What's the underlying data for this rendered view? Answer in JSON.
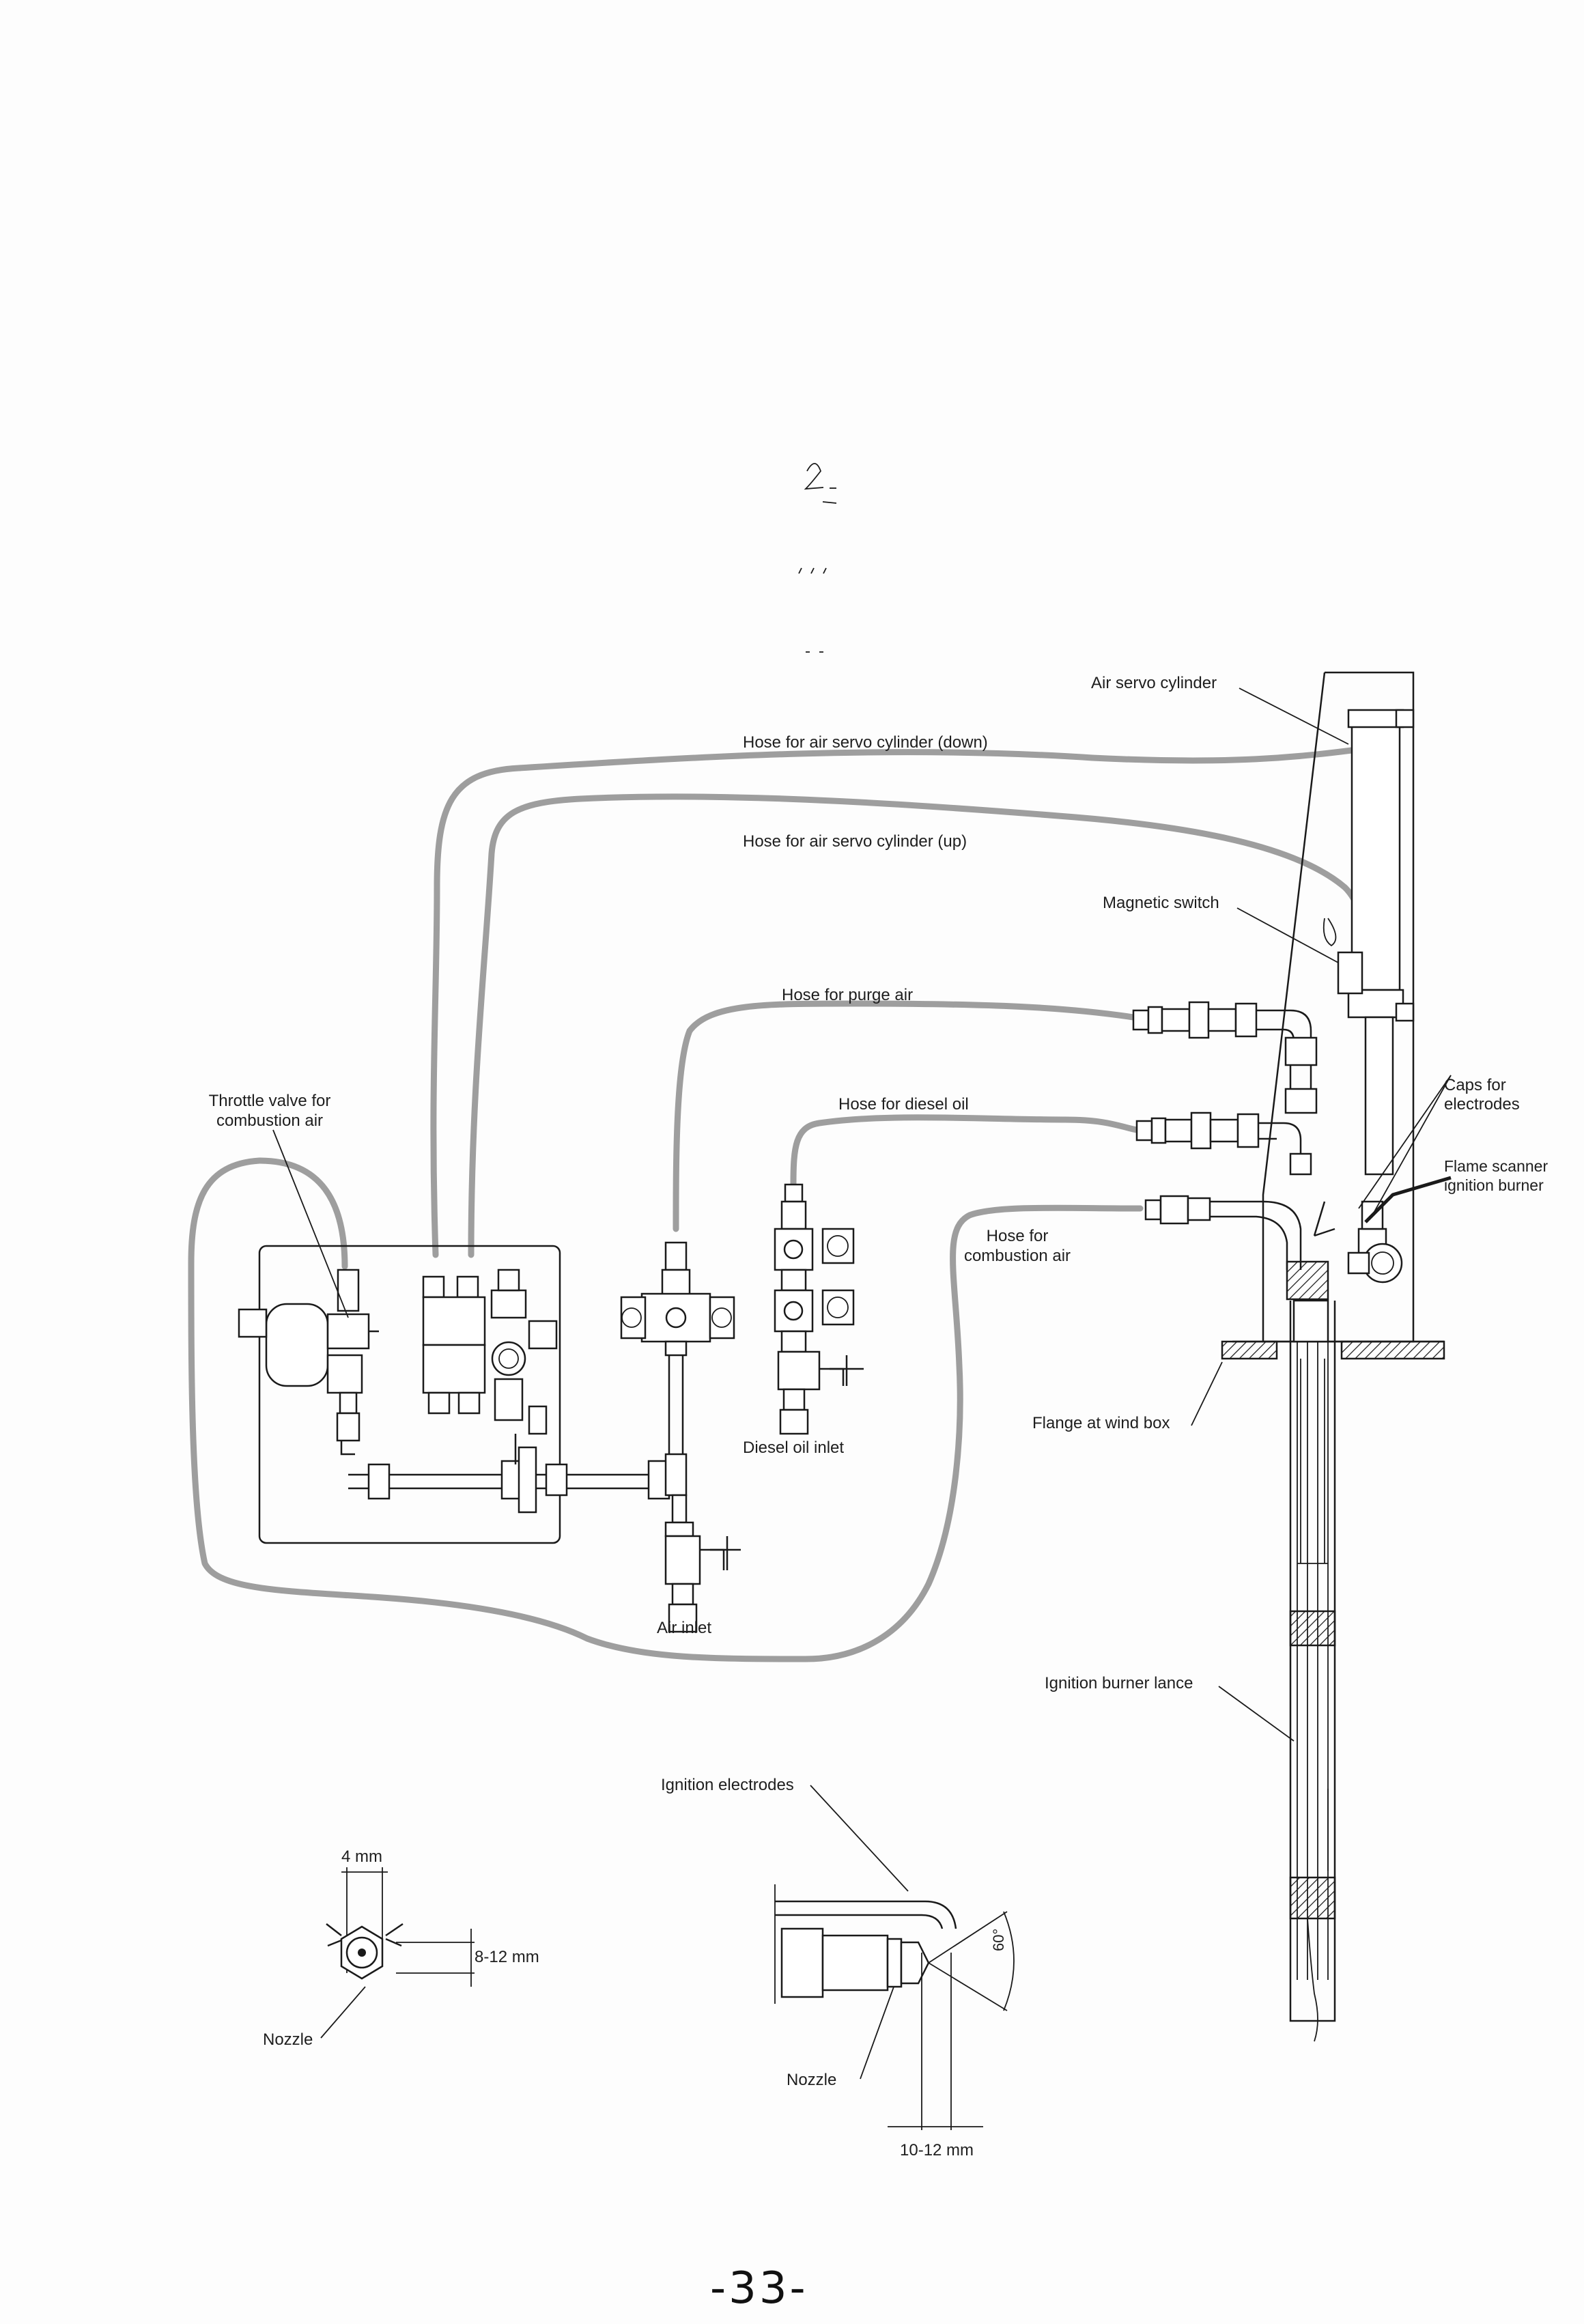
{
  "labels": {
    "air_servo_cylinder": "Air servo cylinder",
    "hose_servo_down": "Hose for air servo cylinder (down)",
    "hose_servo_up": "Hose for air servo cylinder (up)",
    "magnetic_switch": "Magnetic switch",
    "hose_purge_air": "Hose for purge air",
    "hose_diesel_oil": "Hose for diesel oil",
    "caps_for_electrodes_1": "Caps for",
    "caps_for_electrodes_2": "electrodes",
    "flame_scanner_1": "Flame scanner",
    "flame_scanner_2": "ignition burner",
    "throttle_valve_1": "Throttle valve for",
    "throttle_valve_2": "combustion air",
    "hose_combustion_1": "Hose for",
    "hose_combustion_2": "combustion air",
    "flange_wind_box": "Flange at wind box",
    "diesel_oil_inlet": "Diesel oil inlet",
    "air_inlet": "Air inlet",
    "ignition_burner_lance": "Ignition burner lance",
    "ignition_electrodes": "Ignition electrodes",
    "dim_4mm": "4 mm",
    "dim_8_12mm": "8-12 mm",
    "nozzle_left": "Nozzle",
    "nozzle_right": "Nozzle",
    "dim_10_12mm": "10-12 mm",
    "angle_60": "60°"
  },
  "page_number": "-33-",
  "colors": {
    "hose": "#9e9e9e",
    "ink": "#1a1a1a"
  }
}
